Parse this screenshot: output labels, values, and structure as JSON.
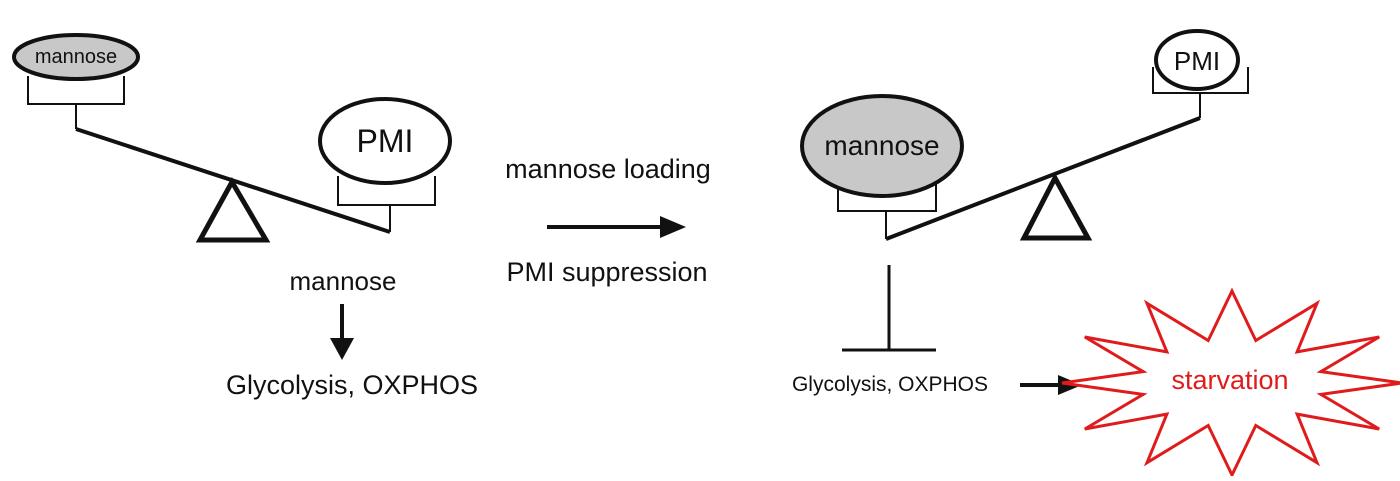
{
  "left_panel": {
    "small_weight_label": "mannose",
    "large_weight_label": "PMI",
    "flux_label": "mannose",
    "output_label": "Glycolysis, OXPHOS"
  },
  "transition": {
    "top_label": "mannose loading",
    "bottom_label": "PMI suppression"
  },
  "right_panel": {
    "large_weight_label": "mannose",
    "small_weight_label": "PMI",
    "output_label": "Glycolysis, OXPHOS",
    "outcome_label": "starvation"
  },
  "colors": {
    "line": "#111111",
    "mannose_fill": "#c8c8c8",
    "pmi_fill": "#ffffff",
    "starvation": "#e01b1b"
  }
}
